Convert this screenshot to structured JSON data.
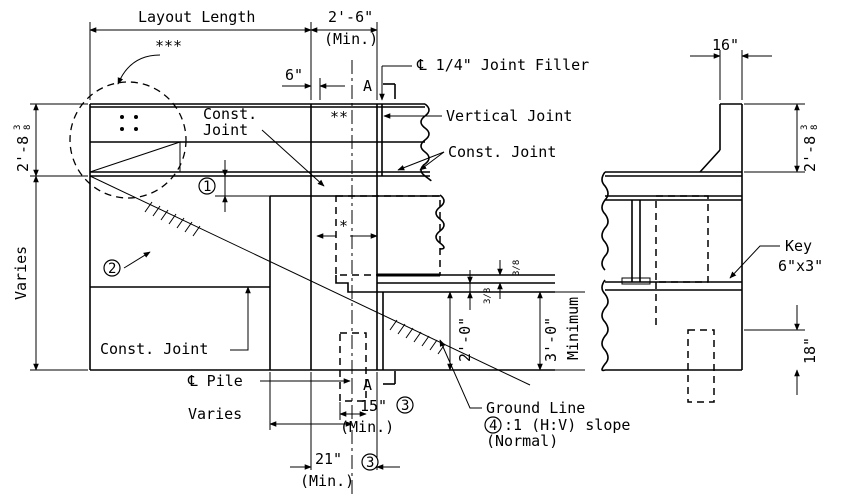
{
  "labels": {
    "layout_length": "Layout Length",
    "min_width": "2'-6\"",
    "min_tag": "(Min.)",
    "triple_star": "***",
    "double_star": "**",
    "single_star": "*",
    "joint_filler": "℄ 1/4\" Joint Filler",
    "section_a": "A",
    "six_in": "6\"",
    "const_joint_a": "Const.",
    "const_joint_b": "Joint",
    "vertical_joint": "Vertical Joint",
    "const_joint_right": "Const. Joint",
    "const_joint_lower": "Const. Joint",
    "left_height": "2'-8",
    "left_height_frac_num": "3",
    "left_height_frac_den": "8",
    "varies_vertical": "Varies",
    "note_1": "1",
    "note_2": "2",
    "note_3": "3",
    "note_4": "4",
    "three_eighths_num": "3",
    "three_eighths_den": "8",
    "two_zero": "2'-0\"",
    "three_zero": "3'-0\"",
    "minimum": "Minimum",
    "cl_pile": "℄ Pile",
    "varies_h": "Varies",
    "fifteen_in": "15\"",
    "twentyone_in": "21\"",
    "ground_line": "Ground Line",
    "slope_text": ":1 (H:V) slope",
    "normal": "(Normal)",
    "sixteen_in": "16\"",
    "right_height": "2'-8",
    "key": "Key",
    "key_size": "6\"x3\"",
    "eighteen_in": "18\""
  }
}
